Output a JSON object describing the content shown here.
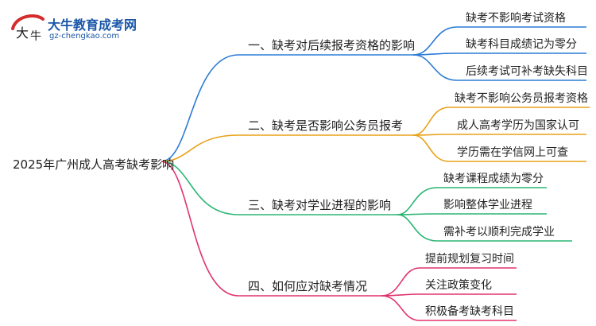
{
  "watermark": {
    "site_name": "大牛教育成考网",
    "site_url": "gz-chengkao.com"
  },
  "root": "2025年广州成人高考缺考影响",
  "branches": [
    {
      "label": "一、缺考对后续报考资格的影响",
      "color": "#2b7bd6",
      "leaves": [
        "缺考不影响考试资格",
        "缺考科目成绩记为零分",
        "后续考试可补考缺失科目"
      ]
    },
    {
      "label": "二、缺考是否影响公务员报考",
      "color": "#e9a21a",
      "leaves": [
        "缺考不影响公务员报考资格",
        "成人高考学历为国家认可",
        "学历需在学信网上可查"
      ]
    },
    {
      "label": "三、缺考对学业进程的影响",
      "color": "#2bb673",
      "leaves": [
        "缺考课程成绩为零分",
        "影响整体学业进程",
        "需补考以顺利完成学业"
      ]
    },
    {
      "label": "四、如何应对缺考情况",
      "color": "#e0336f",
      "leaves": [
        "提前规划复习时间",
        "关注政策变化",
        "积极备考缺考科目"
      ]
    }
  ]
}
